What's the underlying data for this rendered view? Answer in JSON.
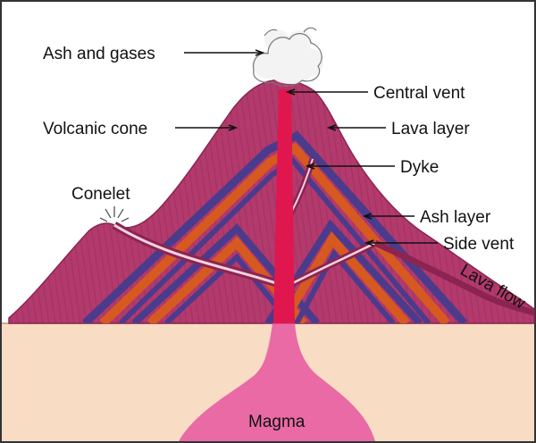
{
  "diagram": {
    "labels": {
      "ash_and_gases": "Ash and gases",
      "central_vent": "Central vent",
      "volcanic_cone": "Volcanic cone",
      "lava_layer": "Lava layer",
      "dyke": "Dyke",
      "conelet": "Conelet",
      "ash_layer": "Ash layer",
      "side_vent": "Side vent",
      "lava_flow": "Lava flow",
      "magma": "Magma"
    },
    "colors": {
      "ground": "#f8dcc4",
      "cone": "#b23a6c",
      "cone_dark": "#8c2452",
      "vent": "#e0174f",
      "lava_layer": "#d65a1f",
      "ash_layer": "#4b3b8c",
      "magma": "#e96aa4",
      "smoke": "#f3f3f3"
    }
  }
}
